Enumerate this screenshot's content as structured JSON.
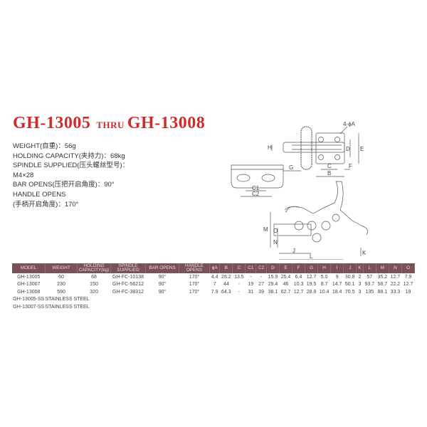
{
  "title": {
    "part1": "GH-13005",
    "thru": "THRU",
    "part2": "GH-13008",
    "color": "#d12a2a"
  },
  "specs": [
    "WEIGHT(自重)：56g",
    "HOLDING CAPACITY(夹持力)：68kg",
    "SPINDLE SUPPLIED(压头螺丝型号)：",
    "M4×28",
    "BAR OPENS(压把开启角度)：90°",
    "HANDLE OPENS",
    "(手柄开启角度)：170°"
  ],
  "diagram": {
    "labels": {
      "hole": "4-ϕA",
      "b": "B",
      "c": "C",
      "d": "D",
      "e": "E",
      "f": "F",
      "g": "G",
      "h": "H",
      "c1": "C1",
      "c2": "C2",
      "m": "M",
      "n": "N",
      "o": "O",
      "j": "J",
      "k": "K",
      "l": "L"
    }
  },
  "table": {
    "header_color": "#7a5156",
    "columns": [
      "MODEL",
      "WEIGHT",
      "HOLDING CAPACITY(kg)",
      "SPINDLE SUPPLIED",
      "BAR OPENS",
      "HANDLE OPENS",
      "ϕA",
      "B",
      "C",
      "C1",
      "C2",
      "D",
      "E",
      "F",
      "G",
      "H",
      "I",
      "J",
      "K",
      "L",
      "M",
      "N",
      "O"
    ],
    "rows": [
      [
        "GH-13005",
        "60",
        "68",
        "GH-FC-10138",
        "90°",
        "170°",
        "4.4",
        "26.2",
        "13.5",
        "-",
        "-",
        "15.9",
        "25.4",
        "6.4",
        "12.7",
        "5.0",
        "9",
        "30.8",
        "2",
        "57",
        "35.2",
        "12.7",
        "7.9"
      ],
      [
        "GH-13007",
        "230",
        "150",
        "GH-FC-56212",
        "90°",
        "170°",
        "7",
        "44",
        "-",
        "19",
        "27",
        "29.4",
        "46",
        "10.3",
        "19.5",
        "8.7",
        "14.7",
        "50.1",
        "3",
        "93.7",
        "58.7",
        "22.2",
        "12.7"
      ],
      [
        "GH-13008",
        "590",
        "320",
        "GH-FC-38312",
        "90°",
        "170°",
        "7.9",
        "64.3",
        "-",
        "31",
        "39",
        "38.1",
        "62.7",
        "12.7",
        "28.9",
        "10.4",
        "18.4",
        "70.5",
        "3",
        "135",
        "88.1",
        "33.3",
        "19"
      ]
    ],
    "ss_rows": [
      {
        "model": "GH-13005-SS",
        "material": "STAINLESS STEEL"
      },
      {
        "model": "GH-13007-SS",
        "material": "STAINLESS STEEL"
      }
    ]
  }
}
